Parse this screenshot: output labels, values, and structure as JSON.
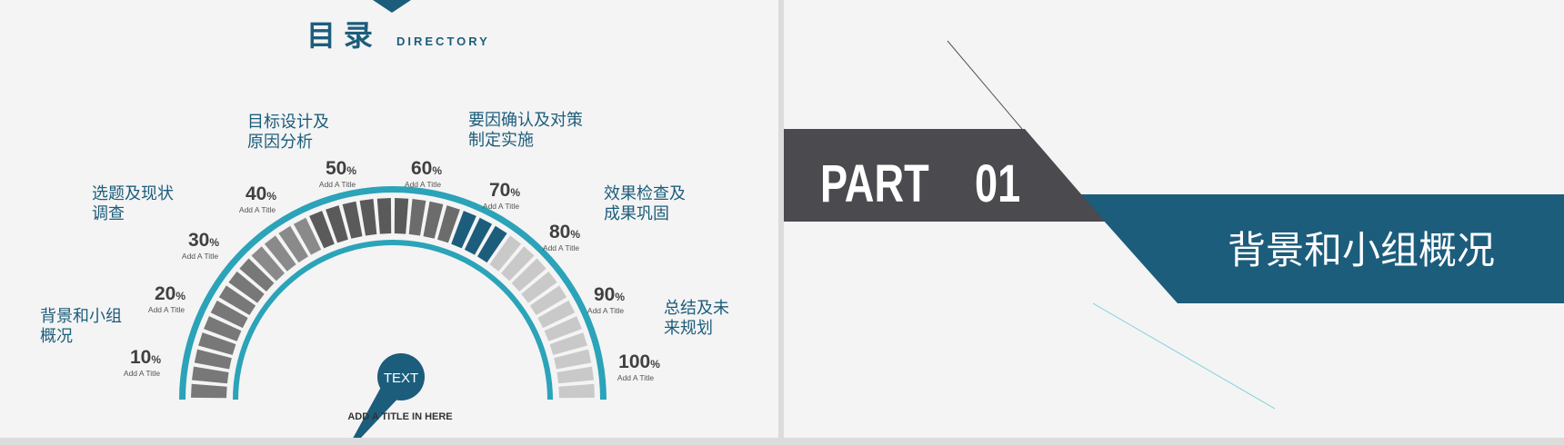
{
  "left_slide": {
    "heading": {
      "title_cn": "目 录",
      "title_en": "DIRECTORY"
    },
    "gauge": {
      "center_label": "TEXT",
      "caption": "ADD A TITLE IN HERE",
      "needle_value": 0.7,
      "ticks": [
        {
          "value": "10",
          "unit": "%",
          "sub": "Add A Title"
        },
        {
          "value": "20",
          "unit": "%",
          "sub": "Add A Title"
        },
        {
          "value": "30",
          "unit": "%",
          "sub": "Add A Title"
        },
        {
          "value": "40",
          "unit": "%",
          "sub": "Add A Title"
        },
        {
          "value": "50",
          "unit": "%",
          "sub": "Add A Title"
        },
        {
          "value": "60",
          "unit": "%",
          "sub": "Add A Title"
        },
        {
          "value": "70",
          "unit": "%",
          "sub": "Add A Title"
        },
        {
          "value": "80",
          "unit": "%",
          "sub": "Add A Title"
        },
        {
          "value": "90",
          "unit": "%",
          "sub": "Add A Title"
        },
        {
          "value": "100",
          "unit": "%",
          "sub": "Add A Title"
        }
      ],
      "topics": [
        {
          "line1": "背景和小组",
          "line2": "概况"
        },
        {
          "line1": "选题及现状",
          "line2": "调查"
        },
        {
          "line1": "目标设计及",
          "line2": "原因分析"
        },
        {
          "line1": "要因确认及对策",
          "line2": "制定实施"
        },
        {
          "line1": "效果检查及",
          "line2": "成果巩固"
        },
        {
          "line1": "总结及未",
          "line2": "来规划"
        }
      ]
    }
  },
  "right_slide": {
    "part_label": "PART",
    "part_number": "01",
    "section_title": "背景和小组概况"
  },
  "colors": {
    "teal": "#1c5d7c",
    "cyan": "#2ba3b8",
    "dark_gray": "#4a4a4f",
    "mid_gray": "#6e6e6e",
    "light_gray": "#c9c9c9",
    "text_dark": "#404040"
  }
}
